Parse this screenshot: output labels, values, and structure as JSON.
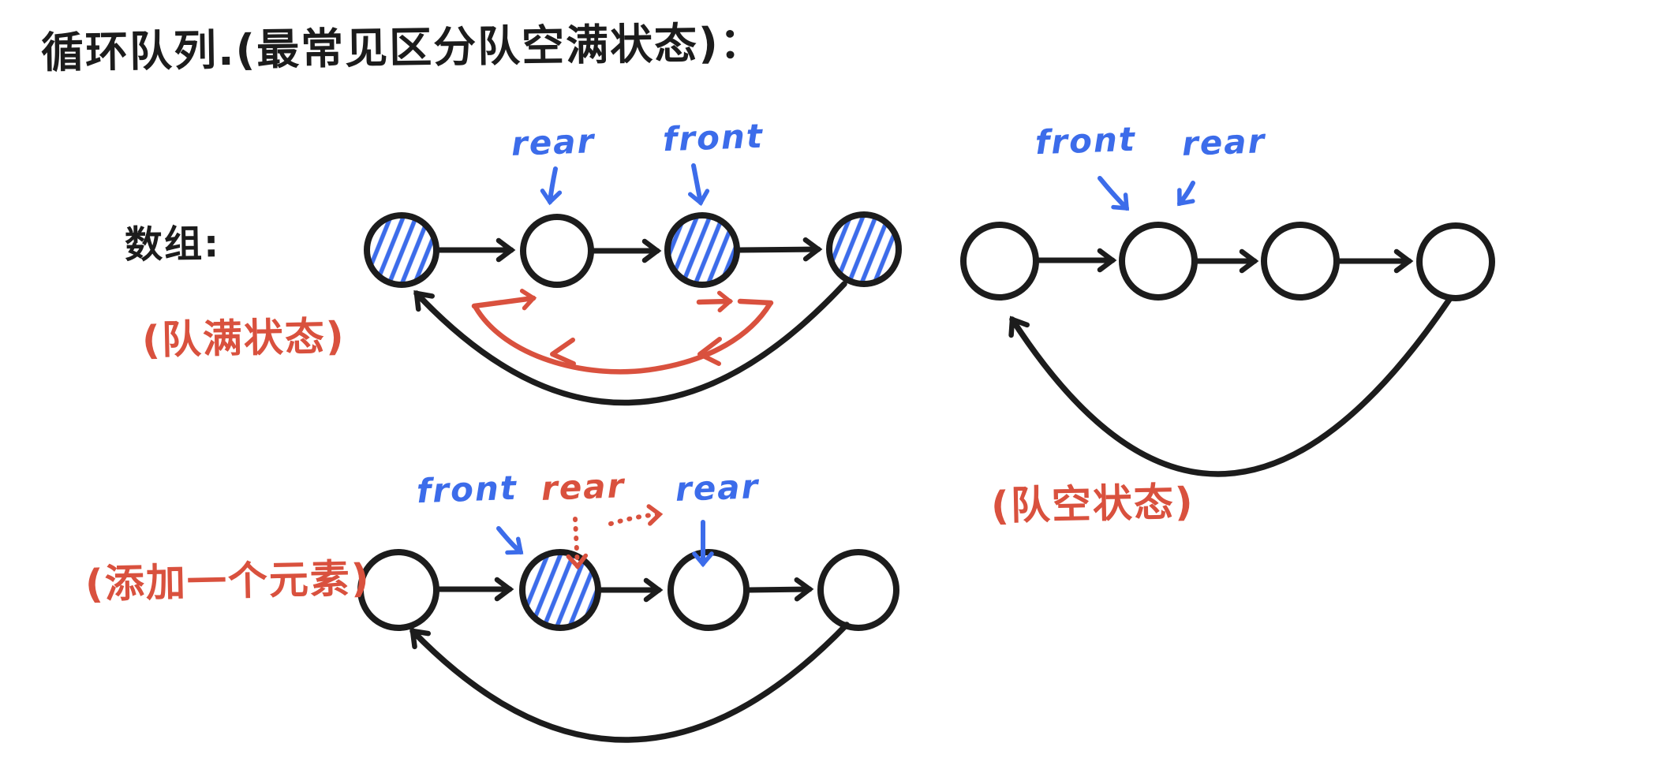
{
  "colors": {
    "ink": "#1c1c1c",
    "blue": "#3c6cea",
    "red": "#d9513e"
  },
  "title": "循环队列.(最常见区分队空满状态)：",
  "diagrams": {
    "full": {
      "caption": "数组:",
      "state_label": "(队满状态)",
      "rear_label": "rear",
      "front_label": "front",
      "cells": [
        {
          "filled": true
        },
        {
          "filled": false
        },
        {
          "filled": true
        },
        {
          "filled": true
        }
      ]
    },
    "empty": {
      "state_label": "(队空状态)",
      "front_label": "front",
      "rear_label": "rear",
      "cells": [
        {
          "filled": false
        },
        {
          "filled": false
        },
        {
          "filled": false
        },
        {
          "filled": false
        }
      ]
    },
    "add": {
      "state_label": "(添加一个元素)",
      "front_label": "front",
      "old_rear_label": "rear",
      "new_rear_label": "rear",
      "cells": [
        {
          "filled": false
        },
        {
          "filled": true
        },
        {
          "filled": false
        },
        {
          "filled": false
        }
      ]
    }
  }
}
